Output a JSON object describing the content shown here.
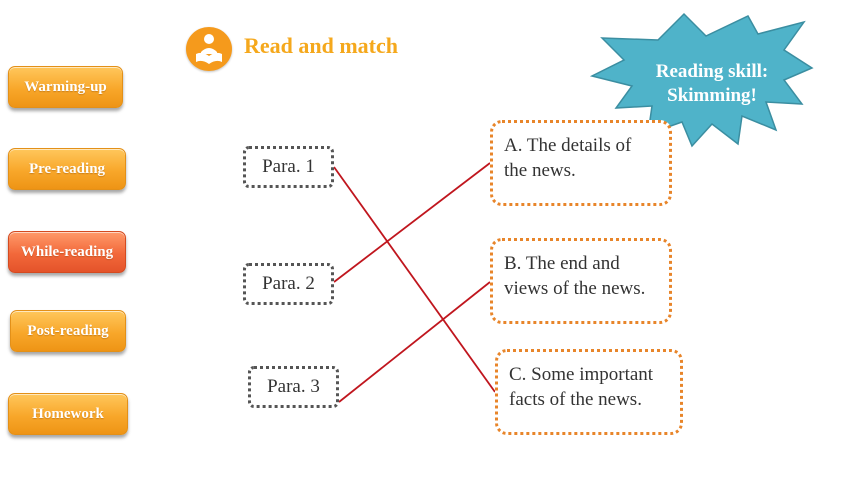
{
  "sidebar": {
    "items": [
      {
        "label": "Warming-up",
        "active": false
      },
      {
        "label": "Pre-reading",
        "active": false
      },
      {
        "label": "While-reading",
        "active": true
      },
      {
        "label": "Post-reading",
        "active": false
      },
      {
        "label": "Homework",
        "active": false
      }
    ]
  },
  "heading": {
    "title": "Read and match",
    "icon": "reader-icon"
  },
  "badge": {
    "line1": "Reading skill:",
    "line2": "Skimming!",
    "color": "#4fb3c9"
  },
  "paragraphs": [
    "Para. 1",
    "Para. 2",
    "Para. 3"
  ],
  "answers": [
    {
      "line1": "A. The details of",
      "line2": "the news."
    },
    {
      "line1": "B. The end and",
      "line2": "views of the news."
    },
    {
      "line1": "C. Some important",
      "line2": "facts of the news."
    }
  ],
  "matches": [
    {
      "para": "Para. 1",
      "answer": "C"
    },
    {
      "para": "Para. 2",
      "answer": "A"
    },
    {
      "para": "Para. 3",
      "answer": "B"
    }
  ],
  "colors": {
    "nav": "#f8a72a",
    "nav_active": "#f2683a",
    "heading": "#f5a81c",
    "match_line": "#c0161e",
    "answer_border": "#e8852a"
  }
}
